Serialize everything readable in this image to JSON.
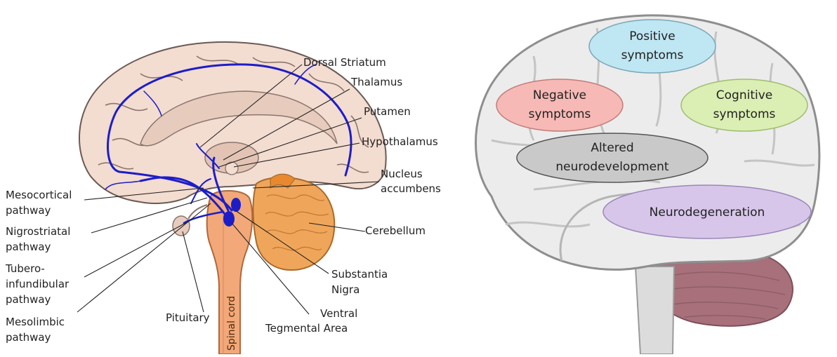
{
  "left_panel": {
    "labels": {
      "dorsal_striatum": "Dorsal Striatum",
      "thalamus": "Thalamus",
      "putamen": "Putamen",
      "hypothalamus": "Hypothalamus",
      "nucleus_accumbens_1": "Nucleus",
      "nucleus_accumbens_2": "accumbens",
      "cerebellum": "Cerebellum",
      "substantia_nigra_1": "Substantia",
      "substantia_nigra_2": "Nigra",
      "vta_1": "Ventral",
      "vta_2": "Tegmental Area",
      "pituitary": "Pituitary",
      "mesocortical_1": "Mesocortical",
      "mesocortical_2": "pathway",
      "nigrostriatal_1": "Nigrostriatal",
      "nigrostriatal_2": "pathway",
      "tubero_1": "Tubero-",
      "tubero_2": "infundibular",
      "tubero_3": "pathway",
      "mesolimbic_1": "Mesolimbic",
      "mesolimbic_2": "pathway",
      "spinal_cord": "Spinal cord"
    },
    "colors": {
      "cortex": "#f3dcd0",
      "outline": "#6b5a55",
      "pathway": "#1d1dc8",
      "cerebellum": "#f0a65a",
      "brainstem": "#f2a878"
    }
  },
  "right_panel": {
    "ovals": {
      "positive_1": "Positive",
      "positive_2": "symptoms",
      "negative_1": "Negative",
      "negative_2": "symptoms",
      "cognitive_1": "Cognitive",
      "cognitive_2": "symptoms",
      "altered_1": "Altered",
      "altered_2": "neurodevelopment",
      "neurodegeneration": "Neurodegeneration"
    },
    "colors": {
      "positive": "#bfe6f3",
      "negative": "#f6b9b6",
      "cognitive": "#dbeeb3",
      "altered": "#c9c9c9",
      "neurodegeneration": "#d7c6ea",
      "brain": "#ececec",
      "cerebellum": "#a7707b"
    }
  }
}
